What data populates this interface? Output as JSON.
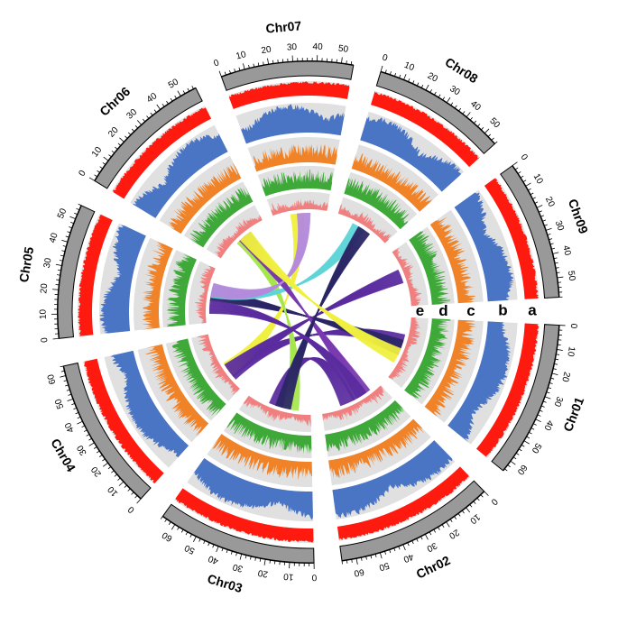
{
  "chromosomes": [
    {
      "name": "Chr01",
      "length": 65,
      "ticks": [
        0,
        10,
        20,
        30,
        40,
        50,
        60
      ]
    },
    {
      "name": "Chr02",
      "length": 66,
      "ticks": [
        0,
        10,
        20,
        30,
        40,
        50,
        60
      ]
    },
    {
      "name": "Chr03",
      "length": 66,
      "ticks": [
        0,
        10,
        20,
        30,
        40,
        50,
        60
      ]
    },
    {
      "name": "Chr04",
      "length": 64,
      "ticks": [
        0,
        10,
        20,
        30,
        40,
        50,
        60
      ]
    },
    {
      "name": "Chr05",
      "length": 56,
      "ticks": [
        0,
        10,
        20,
        30,
        40,
        50
      ]
    },
    {
      "name": "Chr06",
      "length": 57,
      "ticks": [
        0,
        10,
        20,
        30,
        40,
        50
      ]
    },
    {
      "name": "Chr07",
      "length": 55,
      "ticks": [
        0,
        10,
        20,
        30,
        40,
        50
      ]
    },
    {
      "name": "Chr08",
      "length": 56,
      "ticks": [
        0,
        10,
        20,
        30,
        40,
        50
      ]
    },
    {
      "name": "Chr09",
      "length": 58,
      "ticks": [
        0,
        10,
        20,
        30,
        40,
        50
      ]
    }
  ],
  "tracks": [
    {
      "letter": "a",
      "color": "#ff1a10"
    },
    {
      "letter": "b",
      "color": "#4a74c4"
    },
    {
      "letter": "c",
      "color": "#f08228"
    },
    {
      "letter": "d",
      "color": "#3ea838"
    },
    {
      "letter": "e",
      "color": "#f08080"
    }
  ],
  "colors": {
    "ideogram": "#999999",
    "track_background": "#e0e0e0"
  },
  "link_colors": [
    "#5b2c9e",
    "#2b2766",
    "#f0f040",
    "#a6e64c",
    "#b58bdc",
    "#5fd5d8",
    "#7a3ab0"
  ]
}
